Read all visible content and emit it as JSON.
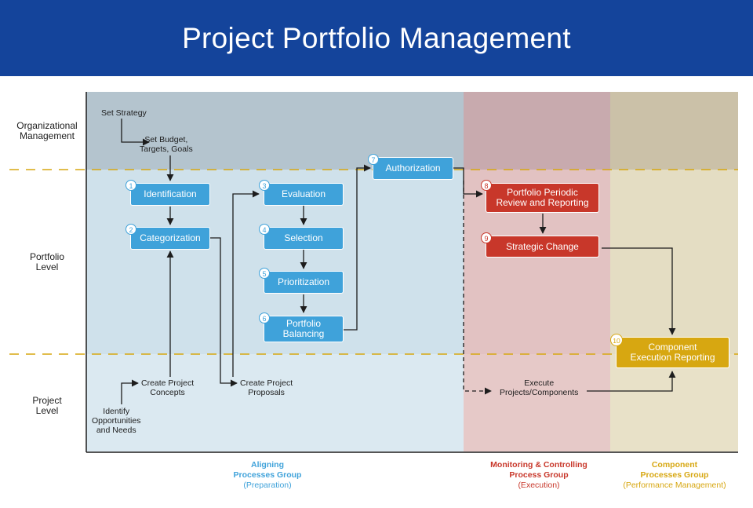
{
  "title": "Project Portfolio Management",
  "rows": {
    "organizational": "Organizational\nManagement",
    "portfolio": "Portfolio\nLevel",
    "project": "Project\nLevel"
  },
  "org_steps": {
    "set_strategy": "Set Strategy",
    "set_budget": "Set Budget,\nTargets, Goals"
  },
  "boxes": {
    "identification": {
      "num": "1",
      "label": "Identification"
    },
    "categorization": {
      "num": "2",
      "label": "Categorization"
    },
    "evaluation": {
      "num": "3",
      "label": "Evaluation"
    },
    "selection": {
      "num": "4",
      "label": "Selection"
    },
    "prioritization": {
      "num": "5",
      "label": "Prioritization"
    },
    "balancing": {
      "num": "6",
      "label": "Portfolio\nBalancing"
    },
    "authorization": {
      "num": "7",
      "label": "Authorization"
    },
    "review": {
      "num": "8",
      "label": "Portfolio Periodic\nReview and Reporting"
    },
    "strategic_change": {
      "num": "9",
      "label": "Strategic Change"
    },
    "component_reporting": {
      "num": "10",
      "label": "Component\nExecution Reporting"
    }
  },
  "project_steps": {
    "identify": "Identify\nOpportunities\nand Needs",
    "create_concepts": "Create Project\nConcepts",
    "create_proposals": "Create Project\nProposals",
    "execute": "Execute\nProjects/Components"
  },
  "groups": {
    "aligning": {
      "line1": "Aligning",
      "line2": "Processes Group",
      "line3": "(Preparation)",
      "color": "#3fa2da"
    },
    "monitoring": {
      "line1": "Monitoring & Controlling",
      "line2": "Process Group",
      "line3": "(Execution)",
      "color": "#c8372a"
    },
    "component": {
      "line1": "Component",
      "line2": "Processes Group",
      "line3": "(Performance Management)",
      "color": "#d7a711"
    }
  },
  "colors": {
    "header": "#14449b",
    "blue_box": "#3fa2da",
    "red_box": "#c8372a",
    "gold_box": "#d7a711",
    "divider": "#d7a711"
  }
}
